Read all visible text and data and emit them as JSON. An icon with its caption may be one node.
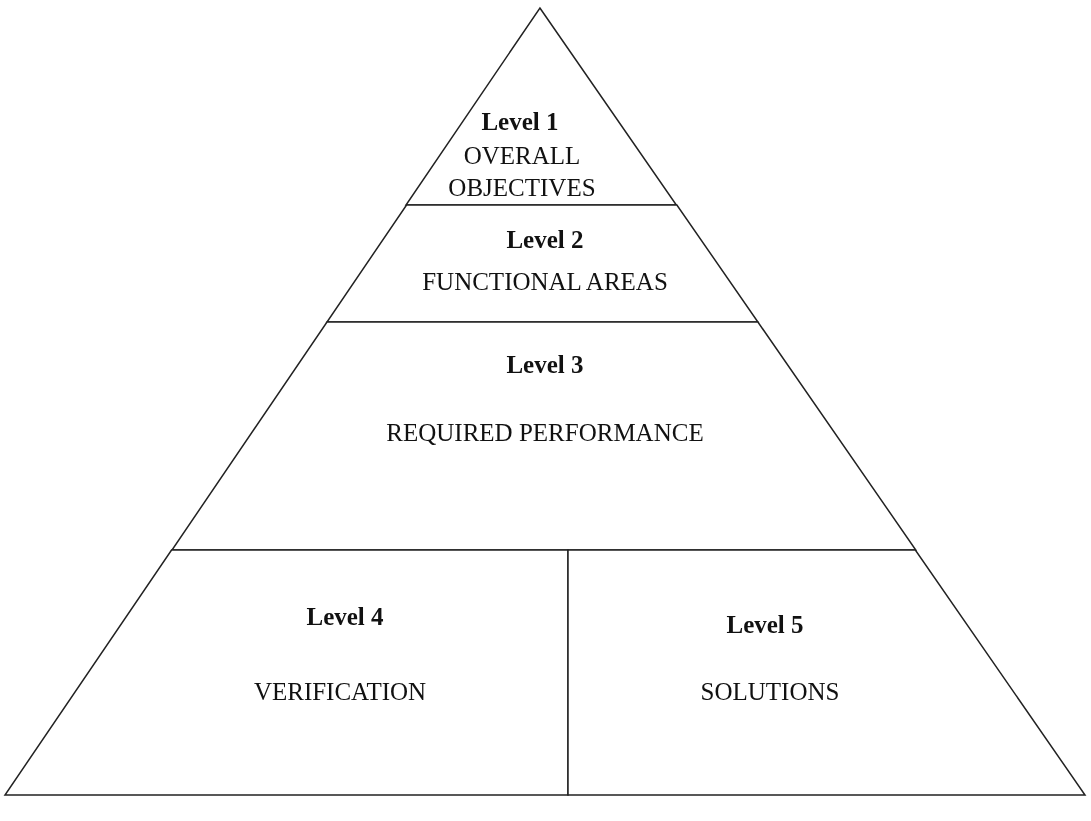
{
  "diagram": {
    "nodes": [
      {
        "text": [
          "Level 1",
          "OVERALL OBJECTIVES"
        ]
      },
      {
        "text": [
          "Level 2",
          "FUNCTIONAL AREAS"
        ]
      },
      {
        "text": [
          "Level 3",
          "REQUIRED PERFORMANCE"
        ]
      },
      {
        "text": [
          "Level 4",
          "VERIFICATION"
        ]
      },
      {
        "text": [
          "Level 5",
          "SOLUTIONS"
        ]
      }
    ],
    "edges": []
  }
}
